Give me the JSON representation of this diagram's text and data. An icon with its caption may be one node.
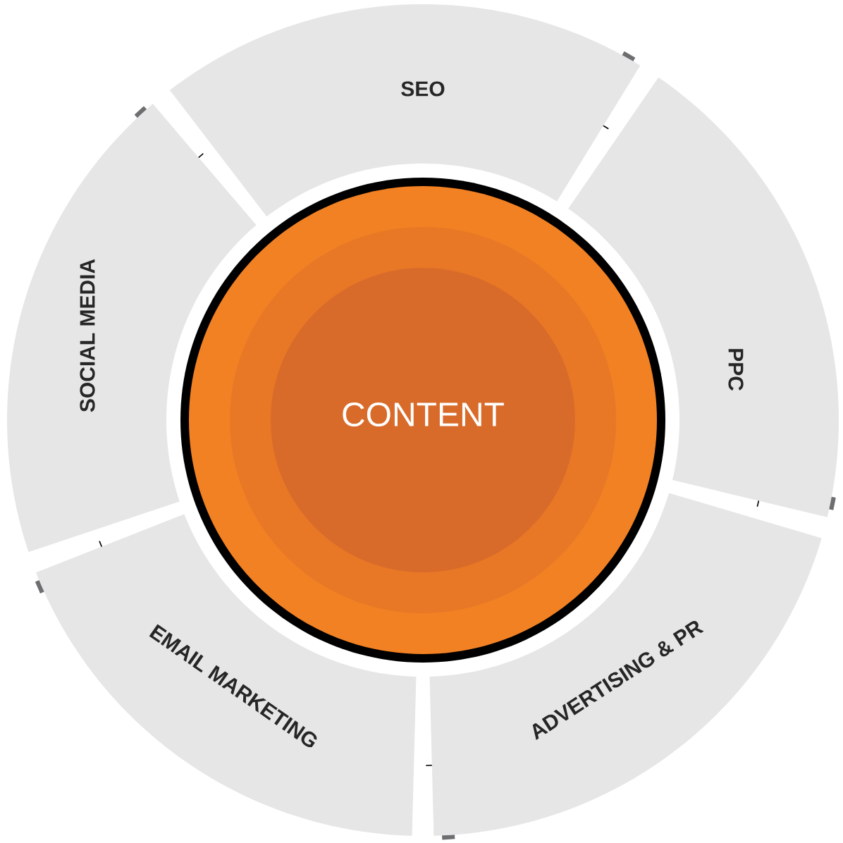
{
  "diagram": {
    "nodes": [
      {
        "text": [
          "CONTENT"
        ]
      },
      {
        "text": [
          "SEO"
        ]
      },
      {
        "text": [
          "PPC"
        ]
      },
      {
        "text": [
          "ADVERTISING & PR"
        ]
      },
      {
        "text": [
          "EMAIL MARKETING"
        ]
      },
      {
        "text": [
          "SOCIAL MEDIA"
        ]
      }
    ]
  }
}
